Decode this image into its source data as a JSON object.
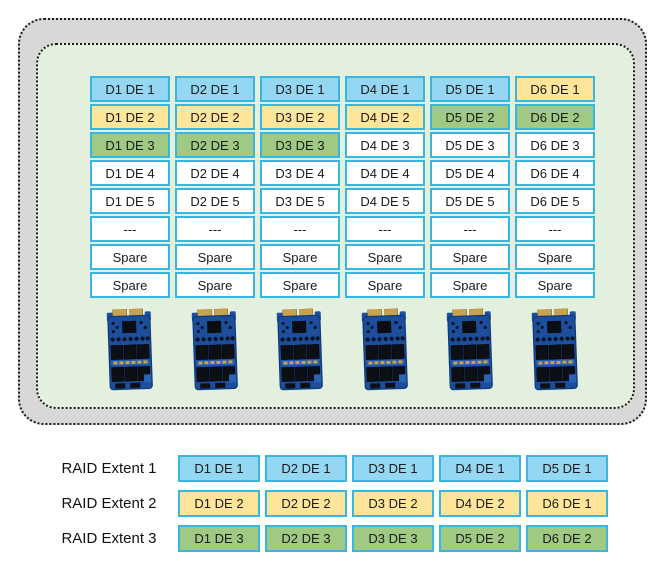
{
  "palette": {
    "border_cyan": "#38b6e0",
    "fill_blue": "#93d7f2",
    "fill_yellow": "#ffe59a",
    "fill_green": "#a0ca84",
    "fill_white": "#ffffff",
    "outer_box_bg": "#d8d8d8",
    "inner_box_bg": "#e3f0dd",
    "text": "#1a1a1a"
  },
  "disk_table": {
    "columns": [
      {
        "drive": "D1",
        "cells": [
          {
            "label": "D1 DE 1",
            "color": "blue"
          },
          {
            "label": "D1 DE 2",
            "color": "yellow"
          },
          {
            "label": "D1 DE 3",
            "color": "green"
          },
          {
            "label": "D1 DE 4",
            "color": "white"
          },
          {
            "label": "D1 DE 5",
            "color": "white"
          },
          {
            "label": "---",
            "color": "white"
          },
          {
            "label": "Spare",
            "color": "white"
          },
          {
            "label": "Spare",
            "color": "white"
          }
        ]
      },
      {
        "drive": "D2",
        "cells": [
          {
            "label": "D2 DE 1",
            "color": "blue"
          },
          {
            "label": "D2 DE 2",
            "color": "yellow"
          },
          {
            "label": "D2 DE 3",
            "color": "green"
          },
          {
            "label": "D2 DE 4",
            "color": "white"
          },
          {
            "label": "D2 DE 5",
            "color": "white"
          },
          {
            "label": "---",
            "color": "white"
          },
          {
            "label": "Spare",
            "color": "white"
          },
          {
            "label": "Spare",
            "color": "white"
          }
        ]
      },
      {
        "drive": "D3",
        "cells": [
          {
            "label": "D3 DE 1",
            "color": "blue"
          },
          {
            "label": "D3 DE 2",
            "color": "yellow"
          },
          {
            "label": "D3 DE 3",
            "color": "green"
          },
          {
            "label": "D3 DE 4",
            "color": "white"
          },
          {
            "label": "D3 DE 5",
            "color": "white"
          },
          {
            "label": "---",
            "color": "white"
          },
          {
            "label": "Spare",
            "color": "white"
          },
          {
            "label": "Spare",
            "color": "white"
          }
        ]
      },
      {
        "drive": "D4",
        "cells": [
          {
            "label": "D4 DE 1",
            "color": "blue"
          },
          {
            "label": "D4 DE 2",
            "color": "yellow"
          },
          {
            "label": "D4 DE 3",
            "color": "white"
          },
          {
            "label": "D4 DE 4",
            "color": "white"
          },
          {
            "label": "D4 DE 5",
            "color": "white"
          },
          {
            "label": "---",
            "color": "white"
          },
          {
            "label": "Spare",
            "color": "white"
          },
          {
            "label": "Spare",
            "color": "white"
          }
        ]
      },
      {
        "drive": "D5",
        "cells": [
          {
            "label": "D5 DE 1",
            "color": "blue"
          },
          {
            "label": "D5 DE 2",
            "color": "green"
          },
          {
            "label": "D5 DE 3",
            "color": "white"
          },
          {
            "label": "D5 DE 4",
            "color": "white"
          },
          {
            "label": "D5 DE 5",
            "color": "white"
          },
          {
            "label": "---",
            "color": "white"
          },
          {
            "label": "Spare",
            "color": "white"
          },
          {
            "label": "Spare",
            "color": "white"
          }
        ]
      },
      {
        "drive": "D6",
        "cells": [
          {
            "label": "D6 DE 1",
            "color": "yellow"
          },
          {
            "label": "D6 DE 2",
            "color": "green"
          },
          {
            "label": "D6 DE 3",
            "color": "white"
          },
          {
            "label": "D6 DE 4",
            "color": "white"
          },
          {
            "label": "D6 DE 5",
            "color": "white"
          },
          {
            "label": "---",
            "color": "white"
          },
          {
            "label": "Spare",
            "color": "white"
          },
          {
            "label": "Spare",
            "color": "white"
          }
        ]
      }
    ]
  },
  "ssd_row": {
    "icon": "ssd-drive-icon",
    "count": 6
  },
  "raid_extents": [
    {
      "label": "RAID Extent 1",
      "color": "blue",
      "cells": [
        "D1 DE 1",
        "D2 DE 1",
        "D3 DE 1",
        "D4 DE 1",
        "D5 DE 1"
      ]
    },
    {
      "label": "RAID Extent 2",
      "color": "yellow",
      "cells": [
        "D1 DE 2",
        "D2 DE 2",
        "D3 DE 2",
        "D4 DE 2",
        "D6 DE 1"
      ]
    },
    {
      "label": "RAID Extent 3",
      "color": "green",
      "cells": [
        "D1 DE 3",
        "D2 DE 3",
        "D3 DE 3",
        "D5 DE 2",
        "D6 DE 2"
      ]
    }
  ]
}
